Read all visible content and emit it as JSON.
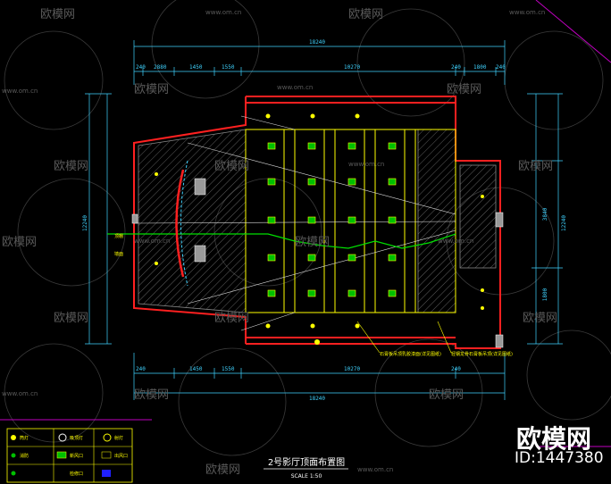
{
  "drawing": {
    "title": "2号影厅顶面布置图",
    "scale": "SCALE  1:50",
    "callouts": [
      "顶棚",
      "墙面"
    ],
    "notes": [
      "石膏板吊顶乳胶漆面(详见图纸)",
      "轻钢龙骨石膏板吊顶(详见图纸)"
    ]
  },
  "dimensions": {
    "top_total": "18240",
    "top_segments": [
      "240",
      "2880",
      "1450",
      "1550",
      "10270",
      "240",
      "1800",
      "240"
    ],
    "bottom_total": "18240",
    "bottom_segments": [
      "240",
      "1450",
      "1550",
      "10270",
      "240"
    ],
    "left_total": "12240",
    "right_total": "12240",
    "right_segments": [
      "3840",
      "1800"
    ]
  },
  "legend": {
    "items": [
      {
        "label": "筒灯"
      },
      {
        "label": "吸顶灯"
      },
      {
        "label": "射灯"
      },
      {
        "label": "消防"
      },
      {
        "label": "新风口"
      },
      {
        "label": "出风口"
      },
      {
        "label": "检修口"
      }
    ]
  },
  "watermark": {
    "site": "www.om.cn",
    "brand": "欧模网",
    "id": "ID:1447380"
  }
}
